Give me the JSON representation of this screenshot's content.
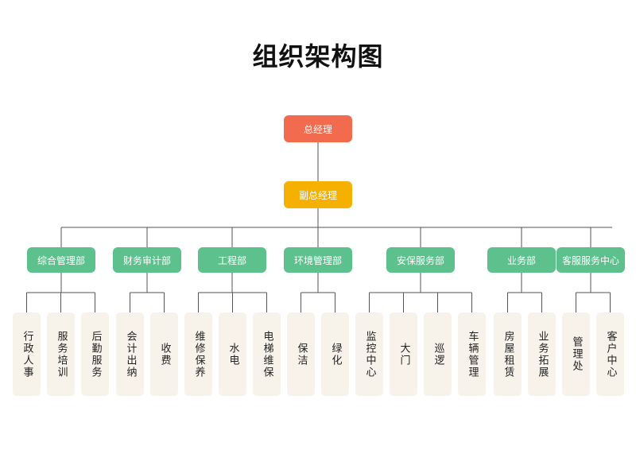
{
  "title": "组织架构图",
  "colors": {
    "general_manager": "#f26b4f",
    "deputy_general_manager": "#f5b000",
    "department": "#5dc18e",
    "unit": "#f7f2ea",
    "connector": "#555555"
  },
  "general_manager": "总经理",
  "deputy_general_manager": "副总经理",
  "departments": [
    {
      "name": "综合管理部",
      "units": [
        "行政人事",
        "服务培训",
        "后勤服务"
      ]
    },
    {
      "name": "财务审计部",
      "units": [
        "会计出纳",
        "收费"
      ]
    },
    {
      "name": "工程部",
      "units": [
        "维修保养",
        "水电",
        "电梯维保"
      ]
    },
    {
      "name": "环境管理部",
      "units": [
        "保洁",
        "绿化"
      ]
    },
    {
      "name": "安保服务部",
      "units": [
        "监控中心",
        "大门",
        "巡逻",
        "车辆管理"
      ]
    },
    {
      "name": "业务部",
      "units": [
        "房屋租赁",
        "业务拓展"
      ]
    },
    {
      "name": "客服服务中心",
      "units": [
        "管理处",
        "客户中心"
      ]
    }
  ]
}
